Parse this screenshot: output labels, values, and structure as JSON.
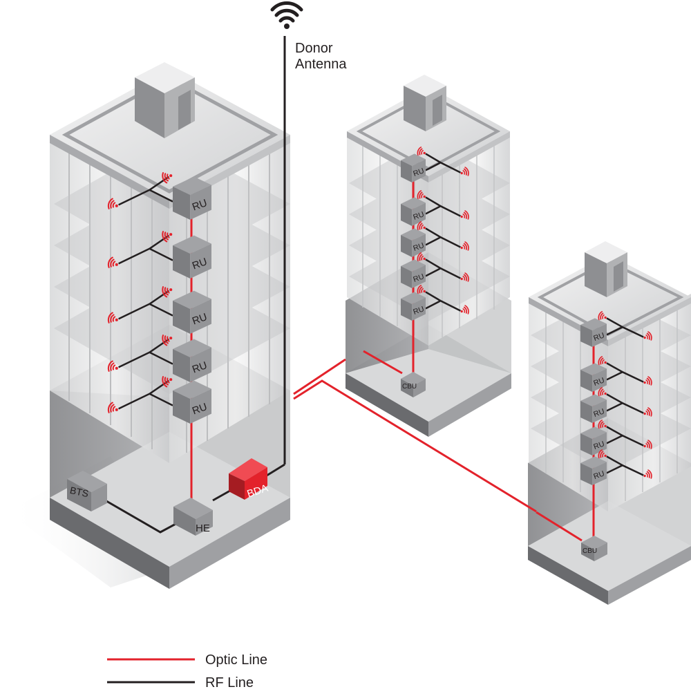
{
  "diagram": {
    "title": "Distributed Antenna System with Donor Antenna",
    "colors": {
      "optic_line": "#e3222b",
      "rf_line": "#231f20",
      "bda": "#e3222b",
      "device": "#8c8d90",
      "wifi": "#e3222b"
    },
    "donor_antenna": {
      "label_line1": "Donor",
      "label_line2": "Antenna",
      "icon": "wifi-icon"
    },
    "main_building": {
      "devices": {
        "bts": "BTS",
        "he": "HE",
        "bda": "BDA"
      },
      "ru_units": [
        "RU",
        "RU",
        "RU",
        "RU",
        "RU"
      ]
    },
    "middle_building": {
      "cbu": "CBU",
      "ru_units": [
        "RU",
        "RU",
        "RU",
        "RU",
        "RU"
      ]
    },
    "right_building": {
      "cbu": "CBU",
      "ru_units": [
        "RU",
        "RU",
        "RU",
        "RU",
        "RU"
      ]
    },
    "legend": {
      "items": [
        {
          "label": "Optic Line",
          "color": "#e3222b"
        },
        {
          "label": "RF Line",
          "color": "#231f20"
        }
      ]
    }
  }
}
